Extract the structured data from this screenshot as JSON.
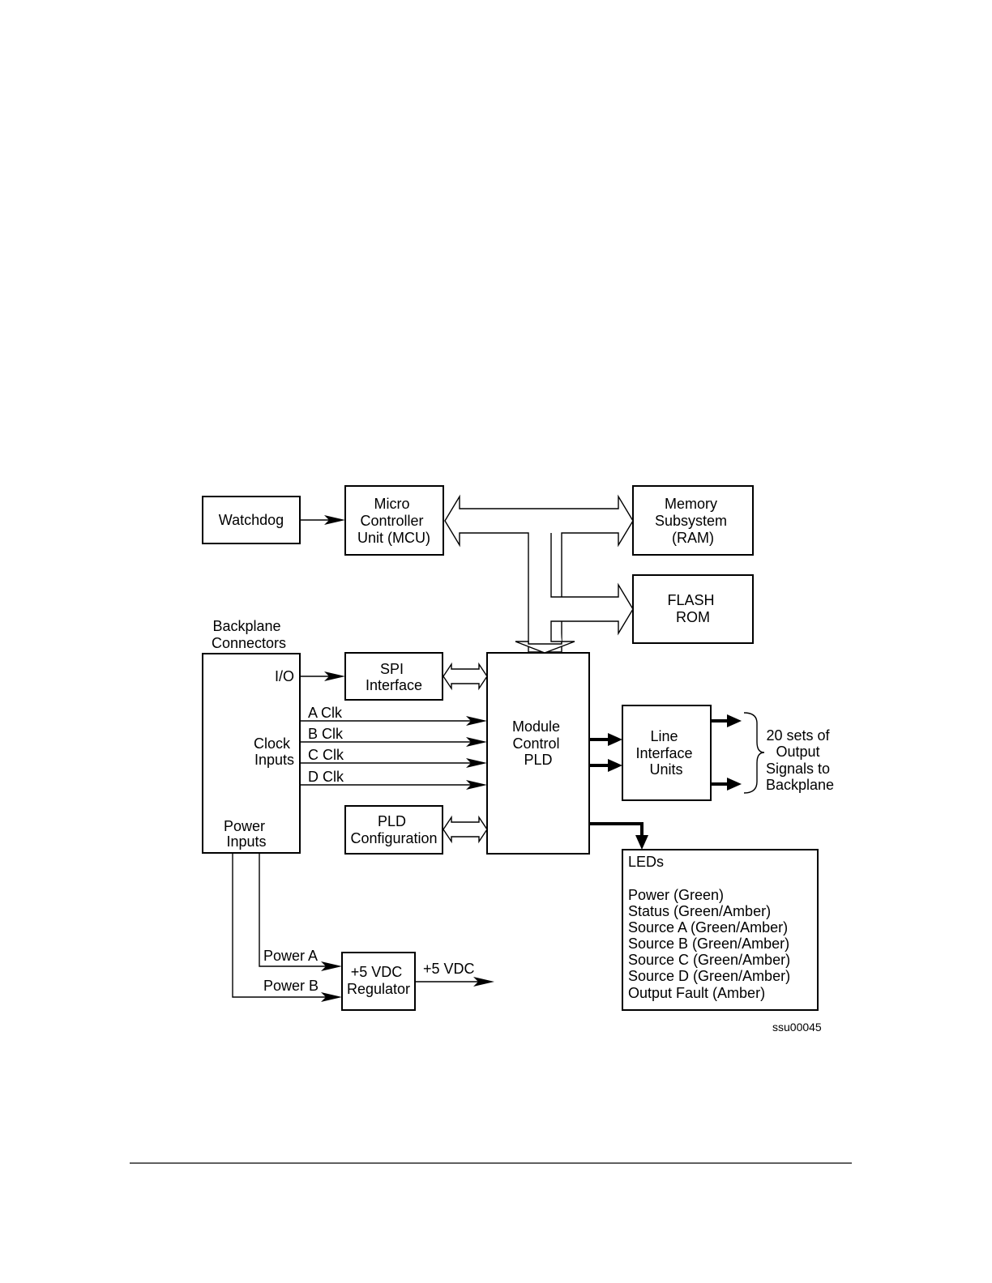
{
  "blocks": {
    "watchdog": [
      "Watchdog"
    ],
    "mcu": [
      "Micro",
      "Controller",
      "Unit (MCU)"
    ],
    "memory": [
      "Memory",
      "Subsystem",
      "(RAM)"
    ],
    "flash": [
      "FLASH",
      "ROM"
    ],
    "spi": [
      "SPI",
      "Interface"
    ],
    "pld_config": [
      "PLD",
      "Configuration"
    ],
    "module_pld": [
      "Module",
      "Control",
      "PLD"
    ],
    "liu": [
      "Line",
      "Interface",
      "Units"
    ],
    "regulator": [
      "+5 VDC",
      "Regulator"
    ],
    "backplane_title": [
      "Backplane",
      "Connectors"
    ],
    "backplane_io": "I/O",
    "backplane_clock": [
      "Clock",
      "Inputs"
    ],
    "backplane_power": [
      "Power",
      "Inputs"
    ]
  },
  "signals": {
    "clocks": [
      "A Clk",
      "B Clk",
      "C Clk",
      "D Clk"
    ],
    "power_a": "Power A",
    "power_b": "Power B",
    "vdc_out": "+5 VDC",
    "output_note": [
      "20 sets of",
      "Output",
      "Signals to",
      "Backplane"
    ]
  },
  "leds": {
    "title": "LEDs",
    "items": [
      "Power (Green)",
      "Status (Green/Amber)",
      "Source A (Green/Amber)",
      "Source B (Green/Amber)",
      "Source C (Green/Amber)",
      "Source D (Green/Amber)",
      "Output Fault (Amber)"
    ]
  },
  "figure_id": "ssu00045"
}
